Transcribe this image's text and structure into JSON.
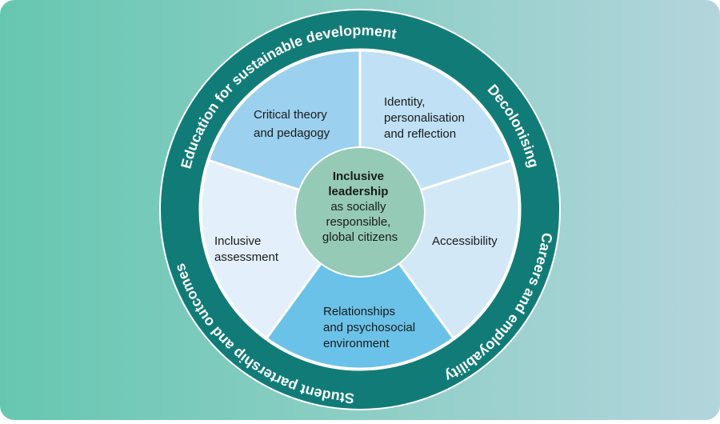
{
  "colors": {
    "bg_left": "#66c7b0",
    "bg_right": "#b3d5dc",
    "ring": "#117c77",
    "ring_text": "#ffffff",
    "divider": "#ffffff",
    "center": "#95cab6",
    "segment_text": "#1a1a1a"
  },
  "center": {
    "lines": [
      "Inclusive",
      "leadership",
      "as socially",
      "responsible,",
      "global citizens"
    ],
    "bold_lines": 2
  },
  "segments": [
    {
      "id": "critical-theory",
      "lines": [
        "Critical theory",
        "and pedagogy"
      ],
      "color": "#9bd0ee"
    },
    {
      "id": "identity",
      "lines": [
        "Identity,",
        "personalisation",
        "and reflection"
      ],
      "color": "#bfe0f5"
    },
    {
      "id": "accessibility",
      "lines": [
        "Accessibility"
      ],
      "color": "#d2e8f7"
    },
    {
      "id": "relationships",
      "lines": [
        "Relationships",
        "and psychosocial",
        "environment"
      ],
      "color": "#6bc2e8"
    },
    {
      "id": "inclusive-assessment",
      "lines": [
        "Inclusive",
        "assessment"
      ],
      "color": "#e3f0fb"
    }
  ],
  "ring_labels": [
    {
      "id": "education-sustainable",
      "text": "Education for sustainable development"
    },
    {
      "id": "decolonising",
      "text": "Decolonising"
    },
    {
      "id": "careers",
      "text": "Careers and employability"
    },
    {
      "id": "student-partnership",
      "text": "Student partership and outcomes"
    }
  ]
}
